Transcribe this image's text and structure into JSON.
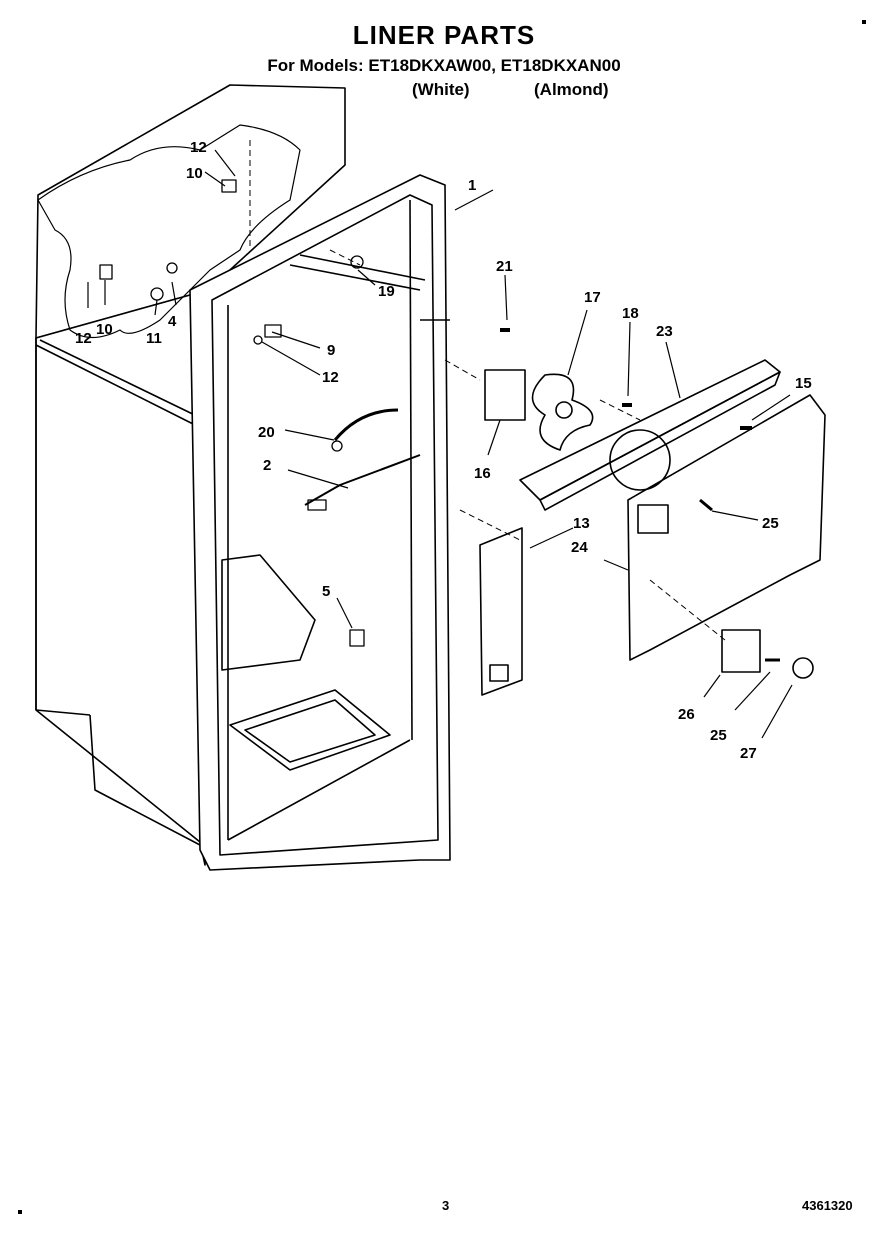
{
  "header": {
    "title": "LINER PARTS",
    "models_line": "For Models: ET18DKXAW00, ET18DKXAN00",
    "color_white": "(White)",
    "color_almond": "(Almond)"
  },
  "callouts": [
    "1",
    "2",
    "4",
    "5",
    "9",
    "10",
    "10",
    "11",
    "12",
    "12",
    "12",
    "13",
    "15",
    "16",
    "17",
    "18",
    "19",
    "20",
    "21",
    "23",
    "24",
    "25",
    "25",
    "26",
    "27"
  ],
  "footer": {
    "page_number": "3",
    "doc_number": "4361320"
  }
}
